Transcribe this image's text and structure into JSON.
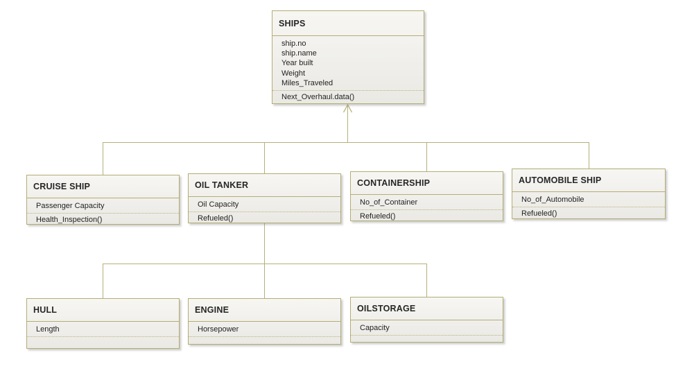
{
  "diagram": {
    "kind": "uml-class-hierarchy",
    "colors": {
      "box_border": "#b3ad74",
      "box_fill_top": "#f7f6f3",
      "box_fill_bottom": "#eae9e4",
      "connector_line": "#b5b078",
      "dotted_divider": "#b7b181",
      "text": "#1f1f1f",
      "background": "#ffffff"
    },
    "classes": [
      {
        "id": "ships",
        "name": "SHIPS",
        "attributes": [
          "ship.no",
          "ship.name",
          "Year built",
          "Weight",
          "Miles_Traveled"
        ],
        "methods": [
          "Next_Overhaul.data()"
        ]
      },
      {
        "id": "cruise-ship",
        "name": "CRUISE SHIP",
        "attributes": [
          "Passenger Capacity"
        ],
        "methods": [
          "Health_Inspection()"
        ]
      },
      {
        "id": "oil-tanker",
        "name": "OIL TANKER",
        "attributes": [
          "Oil Capacity"
        ],
        "methods": [
          "Refueled()"
        ]
      },
      {
        "id": "containership",
        "name": "CONTAINERSHIP",
        "attributes": [
          "No_of_Container"
        ],
        "methods": [
          "Refueled()"
        ]
      },
      {
        "id": "automobile-ship",
        "name": "AUTOMOBILE SHIP",
        "attributes": [
          "No_of_Automobile"
        ],
        "methods": [
          "Refueled()"
        ]
      },
      {
        "id": "hull",
        "name": "HULL",
        "attributes": [
          "Length"
        ],
        "methods": []
      },
      {
        "id": "engine",
        "name": "ENGINE",
        "attributes": [
          "Horsepower"
        ],
        "methods": []
      },
      {
        "id": "oilstorage",
        "name": "OILSTORAGE",
        "attributes": [
          "Capacity"
        ],
        "methods": []
      }
    ],
    "relationships": [
      {
        "type": "generalization-arrow",
        "parent": "SHIPS",
        "children": [
          "CRUISE SHIP",
          "OIL TANKER",
          "CONTAINERSHIP",
          "AUTOMOBILE SHIP"
        ]
      },
      {
        "type": "line",
        "parent": "OIL TANKER",
        "children": [
          "HULL",
          "ENGINE",
          "OILSTORAGE"
        ]
      }
    ]
  }
}
